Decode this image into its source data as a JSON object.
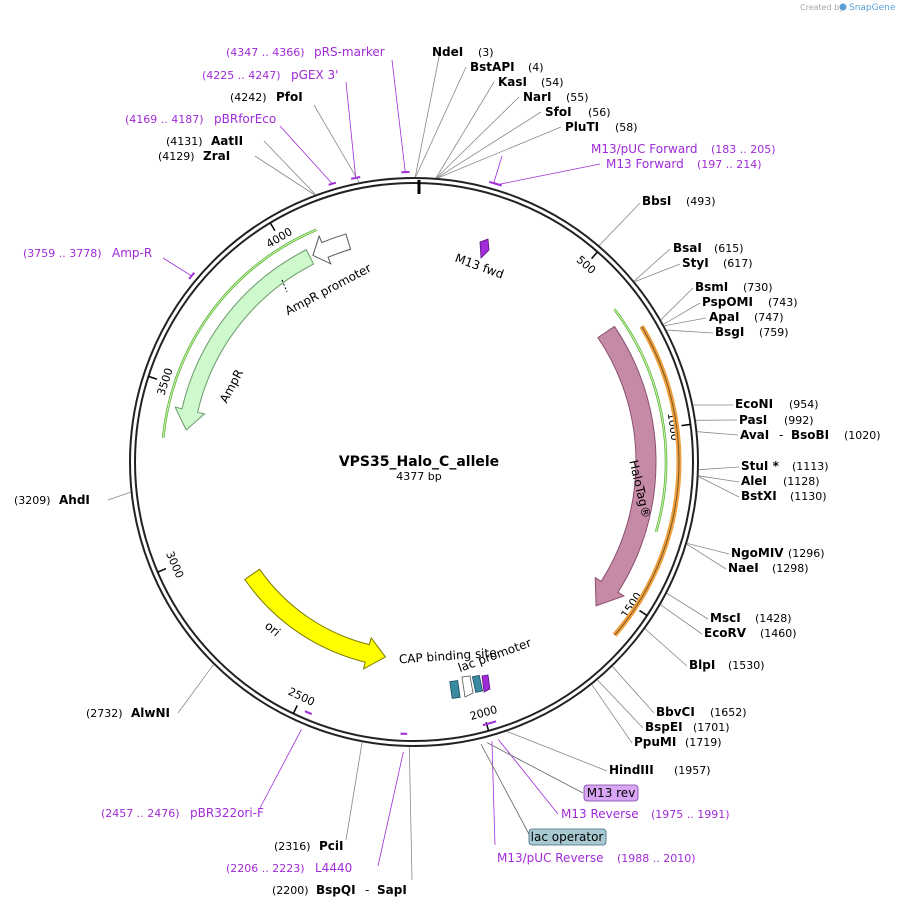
{
  "title": "VPS35_Halo_C_allele",
  "length_label": "4377 bp",
  "length": 4377,
  "credit": "Created by",
  "brand": "SnapGene",
  "colors": {
    "primer": "#a02bd8",
    "backbone": "#222222",
    "halo": "#c58aa6",
    "halo_edge": "#8a4f6e",
    "ampr": "#cdf9cd",
    "ampr_edge": "#6a9a6a",
    "ori": "#ffff00",
    "ori_edge": "#7a7a00",
    "green_orf": "#44aa22",
    "orange_orf": "#f0a040"
  },
  "ticks": [
    {
      "pos": 500,
      "label": "500"
    },
    {
      "pos": 1000,
      "label": "1000"
    },
    {
      "pos": 1500,
      "label": "1500"
    },
    {
      "pos": 2000,
      "label": "2000"
    },
    {
      "pos": 2500,
      "label": "2500"
    },
    {
      "pos": 3000,
      "label": "3000"
    },
    {
      "pos": 3500,
      "label": "3500"
    },
    {
      "pos": 4000,
      "label": "4000"
    }
  ],
  "enzymes": [
    {
      "name": "NdeI",
      "pos": "(3)",
      "site": 3
    },
    {
      "name": "BstAPI",
      "pos": "(4)",
      "site": 4
    },
    {
      "name": "KasI",
      "pos": "(54)",
      "site": 54
    },
    {
      "name": "NarI",
      "pos": "(55)",
      "site": 55
    },
    {
      "name": "SfoI",
      "pos": "(56)",
      "site": 56
    },
    {
      "name": "PluTI",
      "pos": "(58)",
      "site": 58
    },
    {
      "name": "BbsI",
      "pos": "(493)",
      "site": 493
    },
    {
      "name": "BsaI",
      "pos": "(615)",
      "site": 615
    },
    {
      "name": "StyI",
      "pos": "(617)",
      "site": 617
    },
    {
      "name": "BsmI",
      "pos": "(730)",
      "site": 730
    },
    {
      "name": "PspOMI",
      "pos": "(743)",
      "site": 743
    },
    {
      "name": "ApaI",
      "pos": "(747)",
      "site": 747
    },
    {
      "name": "BsgI",
      "pos": "(759)",
      "site": 759
    },
    {
      "name": "EcoNI",
      "pos": "(954)",
      "site": 954
    },
    {
      "name": "PasI",
      "pos": "(992)",
      "site": 992
    },
    {
      "name": "AvaI",
      "name2": "BsoBI",
      "pos": "(1020)",
      "site": 1020
    },
    {
      "name": "StuI *",
      "pos": "(1113)",
      "site": 1113
    },
    {
      "name": "AleI",
      "pos": "(1128)",
      "site": 1128
    },
    {
      "name": "BstXI",
      "pos": "(1130)",
      "site": 1130
    },
    {
      "name": "NgoMIV",
      "pos": "(1296)",
      "site": 1296
    },
    {
      "name": "NaeI",
      "pos": "(1298)",
      "site": 1298
    },
    {
      "name": "MscI",
      "pos": "(1428)",
      "site": 1428
    },
    {
      "name": "EcoRV",
      "pos": "(1460)",
      "site": 1460
    },
    {
      "name": "BlpI",
      "pos": "(1530)",
      "site": 1530
    },
    {
      "name": "BbvCI",
      "pos": "(1652)",
      "site": 1652
    },
    {
      "name": "BspEI",
      "pos": "(1701)",
      "site": 1701
    },
    {
      "name": "PpuMI",
      "pos": "(1719)",
      "site": 1719
    },
    {
      "name": "HindIII",
      "pos": "(1957)",
      "site": 1957
    },
    {
      "name": "BspQI",
      "name2": "SapI",
      "pos": "(2200)",
      "site": 2200
    },
    {
      "name": "PciI",
      "pos": "(2316)",
      "site": 2316
    },
    {
      "name": "AlwNI",
      "pos": "(2732)",
      "site": 2732
    },
    {
      "name": "AhdI",
      "pos": "(3209)",
      "site": 3209
    },
    {
      "name": "ZraI",
      "pos": "(4129)",
      "site": 4129
    },
    {
      "name": "AatII",
      "pos": "(4131)",
      "site": 4131
    },
    {
      "name": "PfoI",
      "pos": "(4242)",
      "site": 4242
    }
  ],
  "primers": [
    {
      "name": "pRS-marker",
      "range": "(4347 .. 4366)",
      "start": 4347,
      "end": 4366
    },
    {
      "name": "pGEX 3'",
      "range": "(4225 .. 4247)",
      "start": 4225,
      "end": 4247
    },
    {
      "name": "pBRforEco",
      "range": "(4169 .. 4187)",
      "start": 4169,
      "end": 4187
    },
    {
      "name": "M13/pUC Forward",
      "range": "(183 .. 205)",
      "start": 183,
      "end": 205
    },
    {
      "name": "M13 Forward",
      "range": "(197 .. 214)",
      "start": 197,
      "end": 214
    },
    {
      "name": "Amp-R",
      "range": "(3759 .. 3778)",
      "start": 3759,
      "end": 3778
    },
    {
      "name": "M13 Reverse",
      "range": "(1975 .. 1991)",
      "start": 1975,
      "end": 1991
    },
    {
      "name": "M13/pUC Reverse",
      "range": "(1988 .. 2010)",
      "start": 1988,
      "end": 2010
    },
    {
      "name": "pBR322ori-F",
      "range": "(2457 .. 2476)",
      "start": 2457,
      "end": 2476
    },
    {
      "name": "L4440",
      "range": "(2206 .. 2223)",
      "start": 2206,
      "end": 2223
    }
  ],
  "features": [
    {
      "name": "HaloTag®",
      "start": 650,
      "end": 1560,
      "strand": "forward"
    },
    {
      "name": "AmpR",
      "start": 3350,
      "end": 4060,
      "strand": "reverse"
    },
    {
      "name": "AmpR promoter",
      "start": 4070,
      "end": 4170,
      "strand": "reverse"
    },
    {
      "name": "ori",
      "start": 2260,
      "end": 2850,
      "strand": "reverse"
    },
    {
      "name": "M13 fwd",
      "start": 28,
      "end": 45,
      "strand": "forward"
    },
    {
      "name": "CAP binding site",
      "start": 2090,
      "end": 2120
    },
    {
      "name": "lac promoter",
      "start": 2040,
      "end": 2070
    },
    {
      "name": "lac operator",
      "start": 2022,
      "end": 2030
    },
    {
      "name": "M13 rev",
      "start": 2003,
      "end": 2019
    }
  ],
  "boxed_labels": {
    "m13rev": "M13 rev",
    "lacop": "lac operator"
  }
}
